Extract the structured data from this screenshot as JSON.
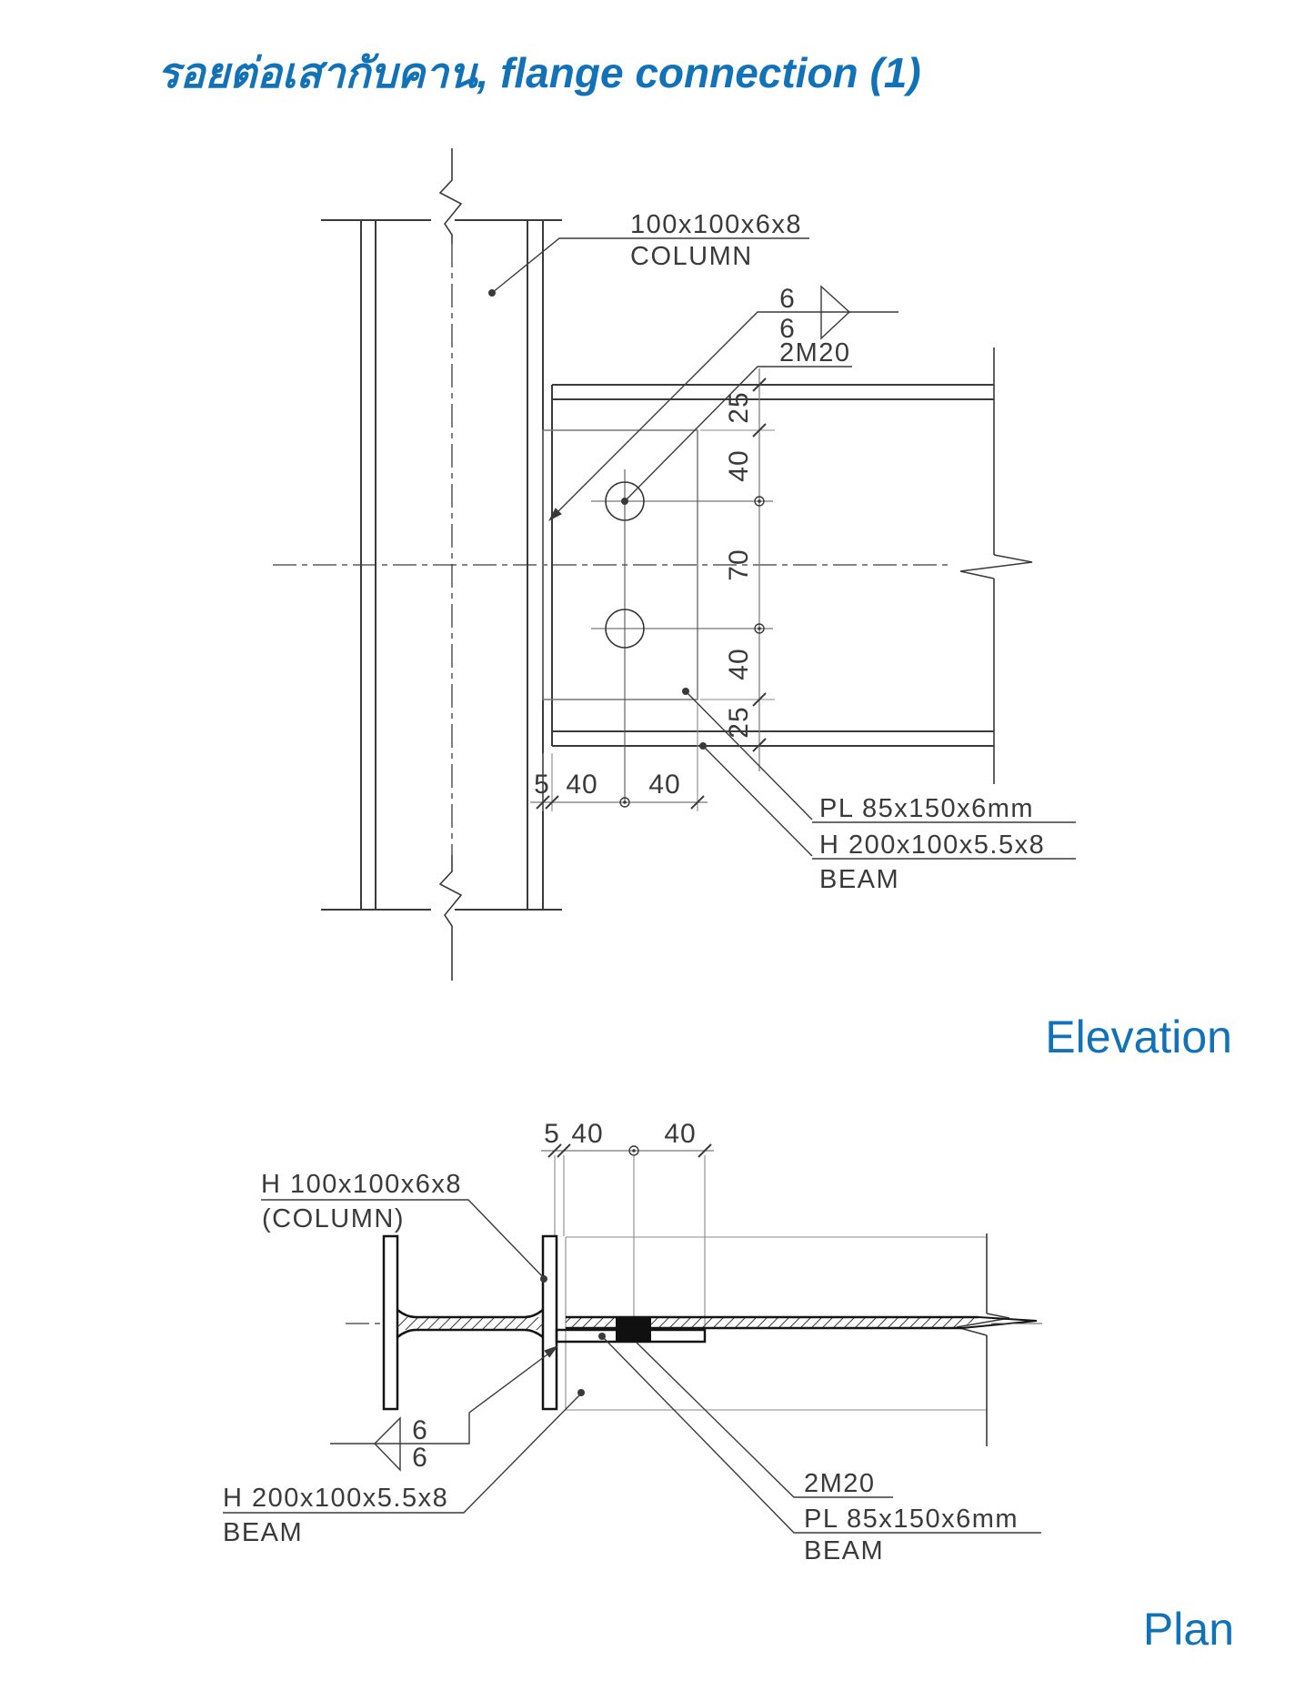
{
  "page": {
    "title": "รอยต่อเสากับคาน, flange connection (1)",
    "view_labels": {
      "elevation": "Elevation",
      "plan": "Plan"
    }
  },
  "colors": {
    "accent_blue": "#1272b8",
    "line_dark": "#3a3a3a"
  },
  "elevation": {
    "column_label": {
      "line1": "100x100x6x8",
      "line2": "COLUMN"
    },
    "weld_symbol": {
      "size_top": "6",
      "size_bottom": "6"
    },
    "bolt_label": "2M20",
    "plate_label": "PL 85x150x6mm",
    "beam_label": {
      "line1": "H 200x100x5.5x8",
      "line2": "BEAM"
    },
    "dims_right": [
      "25",
      "40",
      "70",
      "40",
      "25"
    ],
    "dims_bottom": [
      "5",
      "40",
      "40"
    ]
  },
  "plan": {
    "dims_top": [
      "5",
      "40",
      "40"
    ],
    "column_label": {
      "line1": "H 100x100x6x8",
      "line2": "(COLUMN)"
    },
    "weld_symbol": {
      "size_top": "6",
      "size_bottom": "6"
    },
    "beam_label": {
      "line1": "H 200x100x5.5x8",
      "line2": "BEAM"
    },
    "bolt_label": "2M20",
    "plate_label": {
      "line1": "PL 85x150x6mm",
      "line2": "BEAM"
    }
  }
}
